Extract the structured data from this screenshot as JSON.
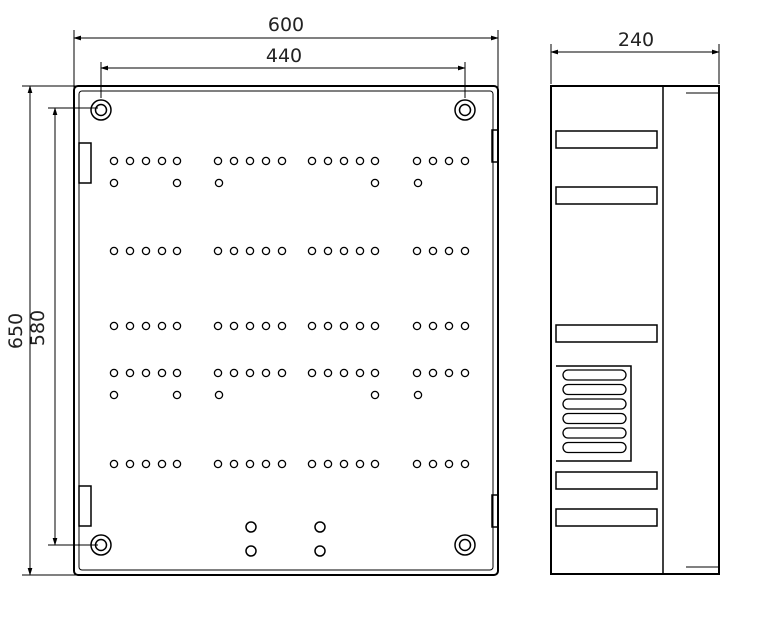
{
  "dimensions": {
    "overall_width": "600",
    "hole_spacing": "440",
    "depth": "240",
    "overall_height": "650",
    "hole_height": "580"
  },
  "colors": {
    "line": "#000000",
    "text": "#222222",
    "background": "#ffffff"
  },
  "views": [
    "front-view",
    "side-view"
  ]
}
